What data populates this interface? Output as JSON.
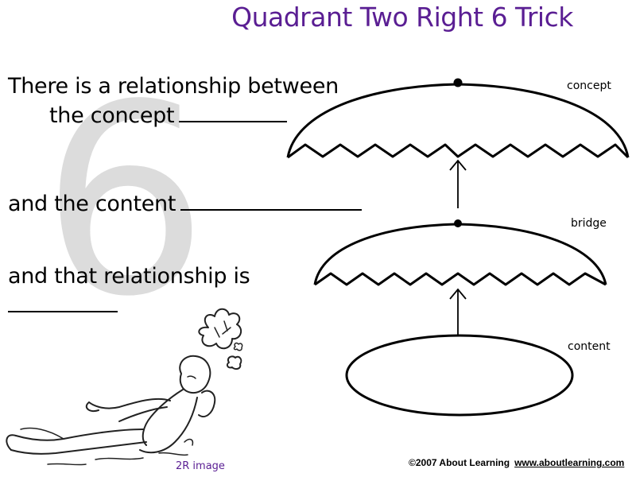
{
  "title": "Quadrant Two Right 6 Trick",
  "background_numeral": "6",
  "statements": {
    "line1": "There is a relationship between",
    "line2": "the concept",
    "line3": "and the content",
    "line4": "and that relationship is"
  },
  "diagram_labels": {
    "concept": "concept",
    "bridge": "bridge",
    "content": "content"
  },
  "image_caption": "2R image",
  "footer": {
    "copyright": "©2007 About Learning",
    "url": "www.aboutlearning.com"
  },
  "colors": {
    "title": "#5a1e93",
    "caption": "#5a1e93",
    "numeral": "#dcdcdc"
  }
}
